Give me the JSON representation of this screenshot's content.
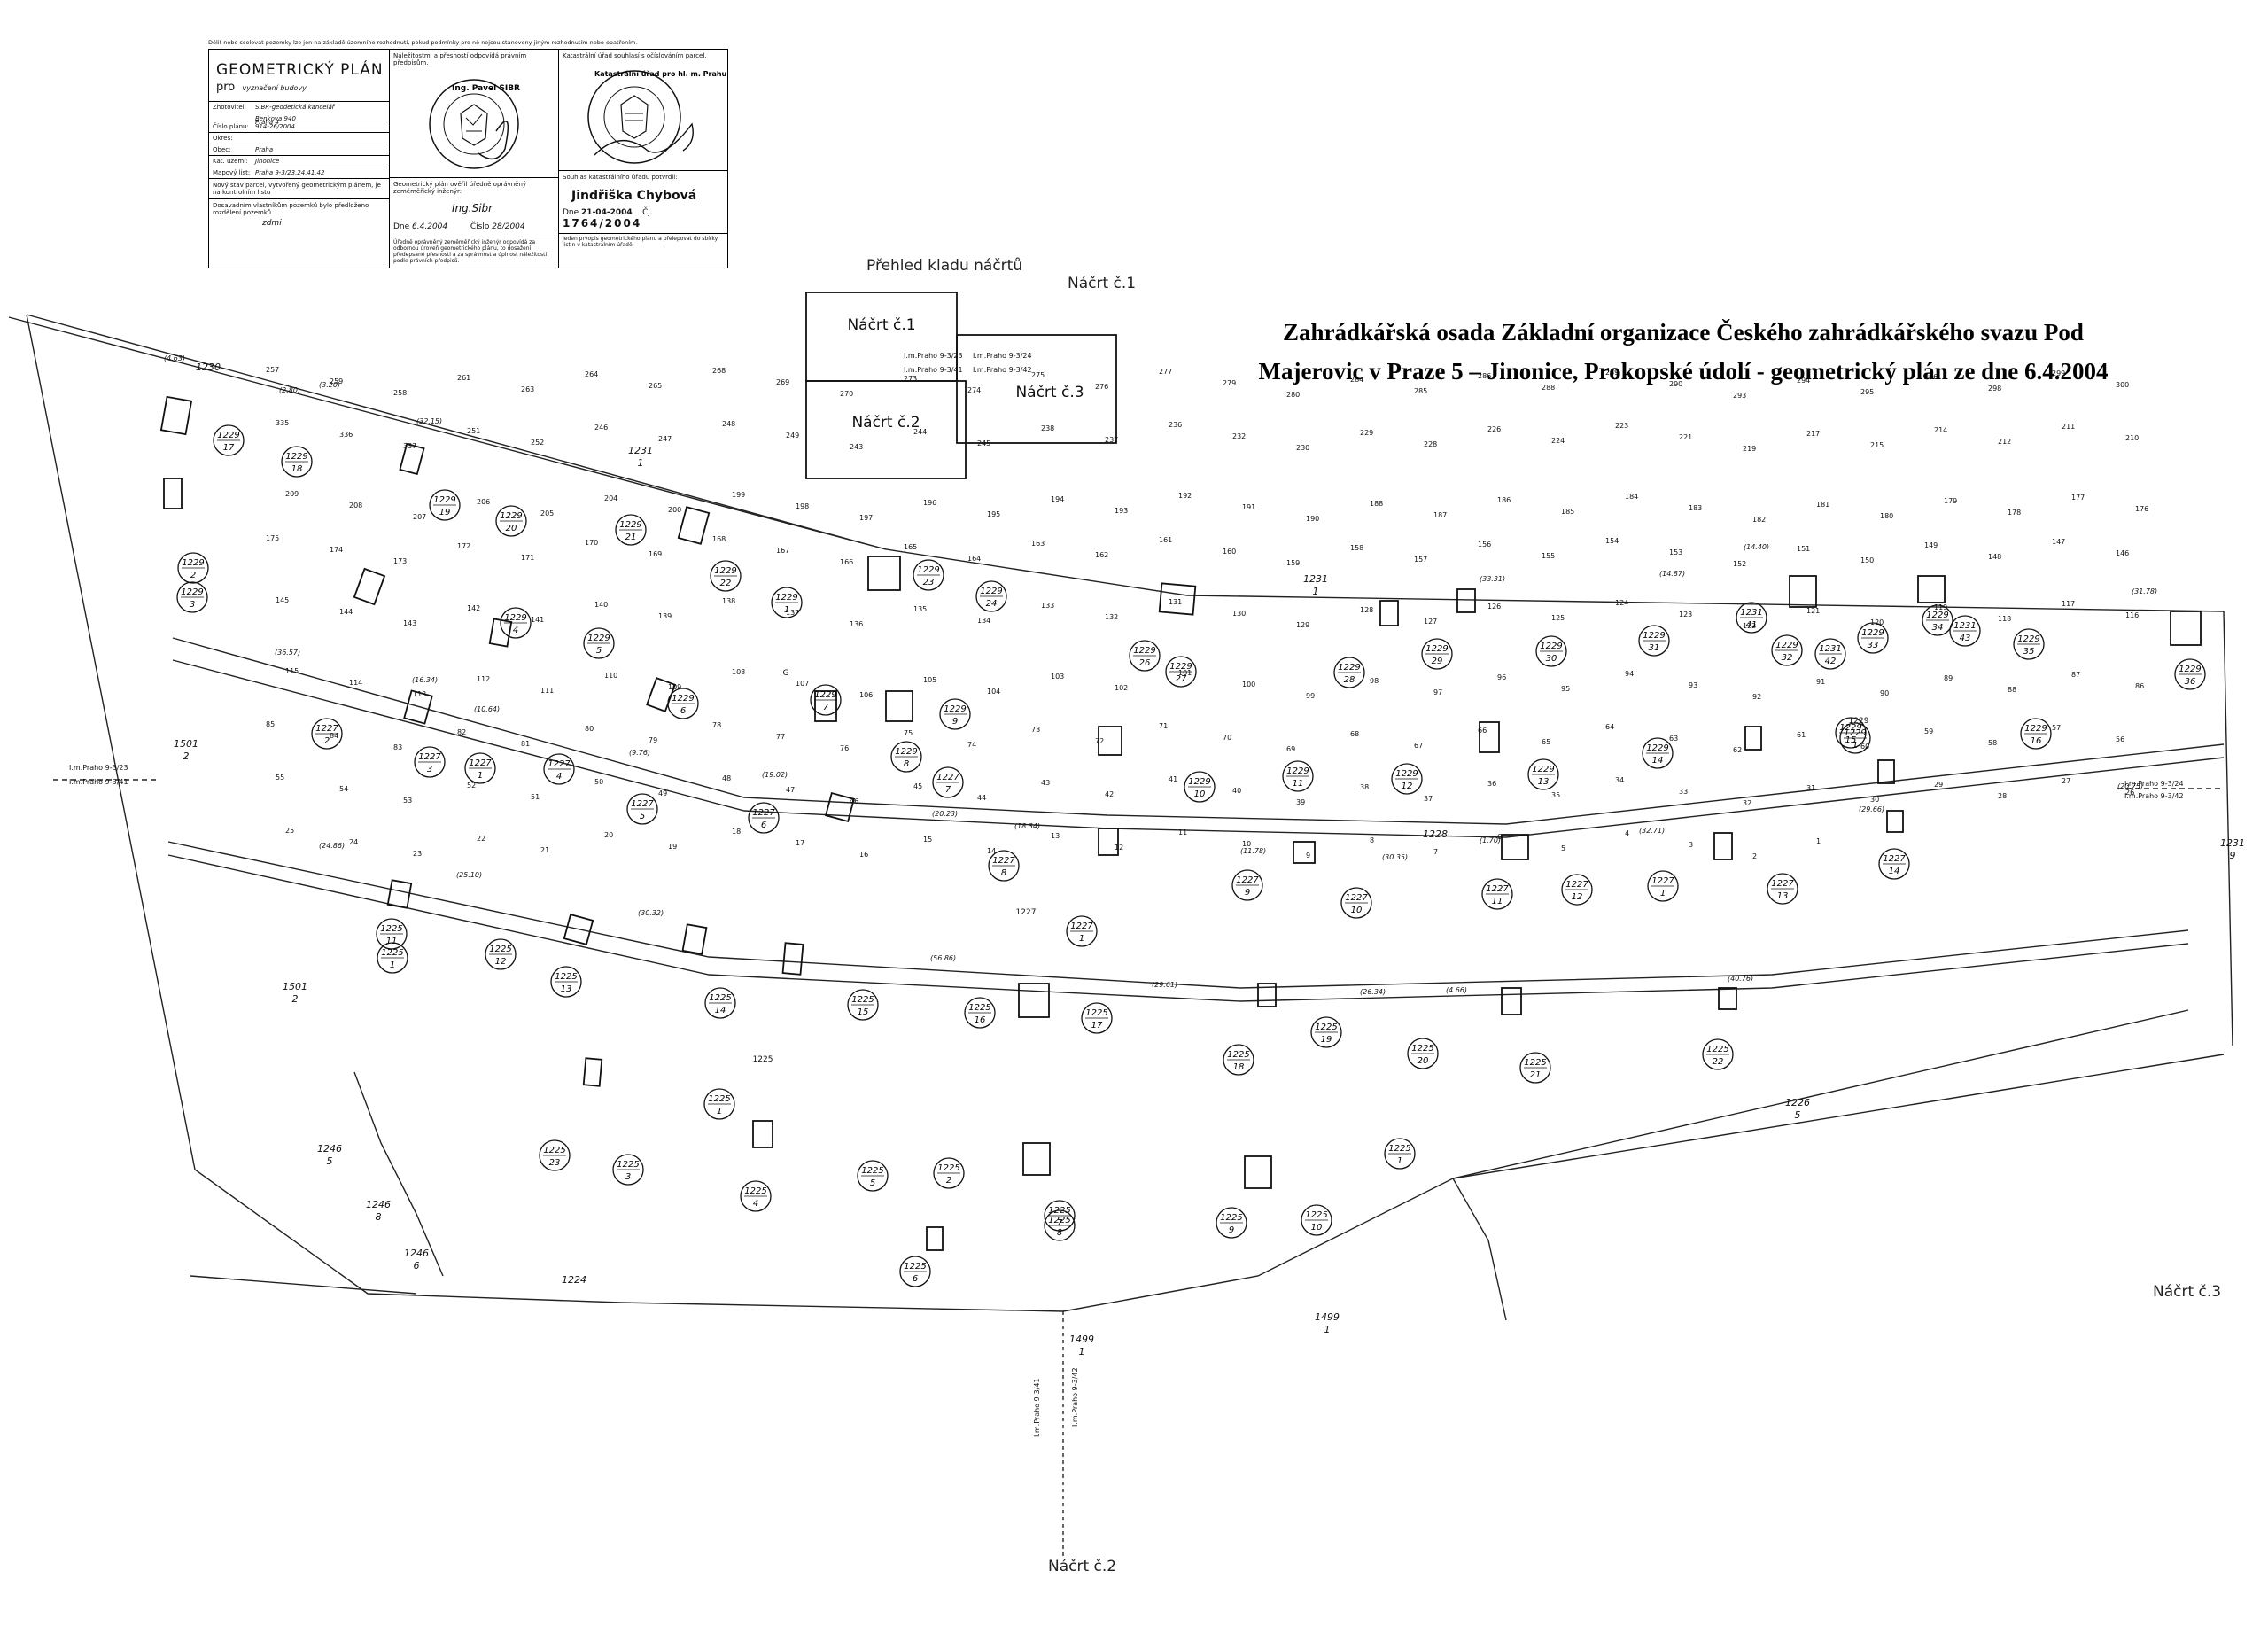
{
  "title": {
    "line1": "Zahrádkářská osada Základní organizace Českého zahrádkářského svazu Pod",
    "line2": "Majerovic v Praze 5 – Jinonice, Prokopské údolí - geometrický plán ze dne 6.4.2004"
  },
  "title_block": {
    "top_note": "Dělit nebo scelovat pozemky lze jen na základě územního rozhodnutí, pokud podmínky pro ně nejsou stanoveny jiným rozhodnutím nebo opatřením.",
    "heading": "GEOMETRICKÝ PLÁN",
    "purpose_prefix": "pro",
    "purpose": "vyznačení budovy",
    "rows": [
      {
        "label": "Zhotovitel:",
        "value": "SIBR-geodetická kancelář"
      },
      {
        "label": "",
        "value": "Benkova 940"
      },
      {
        "label": "",
        "value": "Praha 4"
      },
      {
        "label": "Číslo plánu:",
        "value": "914-26/2004"
      },
      {
        "label": "Okres:",
        "value": ""
      },
      {
        "label": "Obec:",
        "value": "Praha"
      },
      {
        "label": "Kat. území:",
        "value": "Jinonice"
      },
      {
        "label": "Mapový list:",
        "value": "Praha 9-3/23,24,41,42"
      }
    ],
    "note1": "Nový stav parcel, vytvořený geometrickým plánem, je na kontrolním listu",
    "note2": "Dosavadním vlastníkům pozemků bylo předloženo rozdělení pozemků",
    "note_signature": "zdmi",
    "col2_header": "Náležitostmi a přesností odpovídá právním předpisům.",
    "col2_mid": "Geometrický plán ověřil úředně oprávněný zeměměřický inženýr:",
    "col2_name": "Ing.Sibr",
    "col2_date_label": "Dne",
    "col2_date": "6.4.2004",
    "col2_num_label": "Číslo",
    "col2_num": "28/2004",
    "col2_footer": "Úředně oprávněný zeměměřický inženýr odpovídá za odbornou úroveň geometrického plánu, to dosažení předepsané přesnosti a za správnost a úplnost náležitostí podle právních předpisů.",
    "stamp1": "Ing. Pavel SIBR",
    "col3_header": "Katastrální úřad souhlasí s očíslováním parcel.",
    "col3_mid": "Souhlas katastrálního úřadu potvrdil:",
    "col3_name": "Jindřiška Chybová",
    "col3_date_label": "Dne",
    "col3_date": "21-04-2004",
    "col3_num_label": "Čj.",
    "col3_num": "1764/2004",
    "col3_footer": "Jeden prvopis geometrického plánu a přelepovat do sbírky listin v katastrálním úřadě.",
    "stamp2": "Katastrální úřad pro hlavní město Prahu"
  },
  "overview": {
    "title": "Přehled kladu náčrtů",
    "boxes": [
      "Náčrt č.1",
      "Náčrt č.2",
      "Náčrt č.3"
    ],
    "sheets": [
      "I.m.Praho 9-3/23",
      "I.m.Praho 9-3/41",
      "I.m.Praho 9-3/24",
      "I.m.Praho 9-3/42"
    ]
  },
  "sketch_refs": [
    "Náčrt č.1",
    "Náčrt č.3",
    "Náčrt č.2"
  ],
  "map_sheets": [
    "I.m.Praho 9-3/23",
    "I.m.Praho 9-3/41",
    "I.m.Praho 9-3/24",
    "I.m.Praho 9-3/42",
    "I.m.Praho 9-3/41",
    "I.m.Praho 9-3/42"
  ],
  "big_parcels": [
    {
      "num": "1231",
      "sub": "1"
    },
    {
      "num": "1231",
      "sub": "1"
    },
    {
      "num": "1231",
      "sub": "9"
    },
    {
      "num": "1501",
      "sub": "2"
    },
    {
      "num": "1501",
      "sub": "2"
    },
    {
      "num": "1228",
      "sub": ""
    },
    {
      "num": "1226",
      "sub": "5"
    },
    {
      "num": "1246",
      "sub": "5"
    },
    {
      "num": "1246",
      "sub": "8"
    },
    {
      "num": "1246",
      "sub": "6"
    },
    {
      "num": "1224",
      "sub": ""
    },
    {
      "num": "1499",
      "sub": "1"
    },
    {
      "num": "1499",
      "sub": "1"
    },
    {
      "num": "1230",
      "sub": ""
    }
  ],
  "circled": [
    {
      "num": "1229",
      "sub": "17"
    },
    {
      "num": "1229",
      "sub": "18"
    },
    {
      "num": "1229",
      "sub": "19"
    },
    {
      "num": "1229",
      "sub": "20"
    },
    {
      "num": "1229",
      "sub": "2"
    },
    {
      "num": "1229",
      "sub": "21"
    },
    {
      "num": "1229",
      "sub": "22"
    },
    {
      "num": "1229",
      "sub": "3"
    },
    {
      "num": "1229",
      "sub": "4"
    },
    {
      "num": "1229",
      "sub": "1"
    },
    {
      "num": "1229",
      "sub": "23"
    },
    {
      "num": "1229",
      "sub": "24"
    },
    {
      "num": "1229",
      "sub": "5"
    },
    {
      "num": "1229",
      "sub": "6"
    },
    {
      "num": "1229",
      "sub": "26"
    },
    {
      "num": "1229",
      "sub": "27"
    },
    {
      "num": "1229",
      "sub": "28"
    },
    {
      "num": "1229",
      "sub": "29"
    },
    {
      "num": "1229",
      "sub": "30"
    },
    {
      "num": "1229",
      "sub": "31"
    },
    {
      "num": "1231",
      "sub": "41"
    },
    {
      "num": "1229",
      "sub": "32"
    },
    {
      "num": "1231",
      "sub": "42"
    },
    {
      "num": "1229",
      "sub": "33"
    },
    {
      "num": "1229",
      "sub": "34"
    },
    {
      "num": "1231",
      "sub": "43"
    },
    {
      "num": "1229",
      "sub": "35"
    },
    {
      "num": "1229",
      "sub": "36"
    },
    {
      "num": "1229",
      "sub": "7"
    },
    {
      "num": "1229",
      "sub": "8"
    },
    {
      "num": "1229",
      "sub": "9"
    },
    {
      "num": "1229",
      "sub": "10"
    },
    {
      "num": "1229",
      "sub": "11"
    },
    {
      "num": "1229",
      "sub": "12"
    },
    {
      "num": "1229",
      "sub": "13"
    },
    {
      "num": "1229",
      "sub": "14"
    },
    {
      "num": "1229",
      "sub": "15"
    },
    {
      "num": "1229",
      "sub": "16"
    },
    {
      "num": "1229",
      "sub": "1"
    },
    {
      "num": "1227",
      "sub": "2"
    },
    {
      "num": "1227",
      "sub": "3"
    },
    {
      "num": "1227",
      "sub": "1"
    },
    {
      "num": "1227",
      "sub": "4"
    },
    {
      "num": "1227",
      "sub": "5"
    },
    {
      "num": "1227",
      "sub": "6"
    },
    {
      "num": "1227",
      "sub": "7"
    },
    {
      "num": "1227",
      "sub": "8"
    },
    {
      "num": "1227",
      "sub": "9"
    },
    {
      "num": "1227",
      "sub": "10"
    },
    {
      "num": "1227",
      "sub": "11"
    },
    {
      "num": "1227",
      "sub": "12"
    },
    {
      "num": "1227",
      "sub": "1"
    },
    {
      "num": "1227",
      "sub": "13"
    },
    {
      "num": "1227",
      "sub": "14"
    },
    {
      "num": "1227",
      "sub": "1"
    },
    {
      "num": "1225",
      "sub": "11"
    },
    {
      "num": "1225",
      "sub": "12"
    },
    {
      "num": "1225",
      "sub": "1"
    },
    {
      "num": "1225",
      "sub": "13"
    },
    {
      "num": "1225",
      "sub": "14"
    },
    {
      "num": "1225",
      "sub": "15"
    },
    {
      "num": "1225",
      "sub": "16"
    },
    {
      "num": "1225",
      "sub": "17"
    },
    {
      "num": "1225",
      "sub": "18"
    },
    {
      "num": "1225",
      "sub": "19"
    },
    {
      "num": "1225",
      "sub": "20"
    },
    {
      "num": "1225",
      "sub": "21"
    },
    {
      "num": "1225",
      "sub": "22"
    },
    {
      "num": "1225",
      "sub": "23"
    },
    {
      "num": "1225",
      "sub": "2"
    },
    {
      "num": "1225",
      "sub": "3"
    },
    {
      "num": "1225",
      "sub": "1"
    },
    {
      "num": "1225",
      "sub": "4"
    },
    {
      "num": "1225",
      "sub": "5"
    },
    {
      "num": "1225",
      "sub": "7"
    },
    {
      "num": "1225",
      "sub": "8"
    },
    {
      "num": "1225",
      "sub": "6"
    },
    {
      "num": "1225",
      "sub": "9"
    },
    {
      "num": "1225",
      "sub": "10"
    },
    {
      "num": "1225",
      "sub": "1"
    }
  ],
  "points": [
    "257",
    "259",
    "258",
    "261",
    "263",
    "264",
    "265",
    "268",
    "269",
    "270",
    "273",
    "274",
    "275",
    "276",
    "277",
    "279",
    "280",
    "284",
    "285",
    "286",
    "288",
    "289",
    "290",
    "293",
    "294",
    "295",
    "296",
    "298",
    "299",
    "300",
    "335",
    "336",
    "337",
    "251",
    "252",
    "246",
    "247",
    "248",
    "249",
    "243",
    "244",
    "245",
    "238",
    "237",
    "236",
    "232",
    "230",
    "229",
    "228",
    "226",
    "224",
    "223",
    "221",
    "219",
    "217",
    "215",
    "214",
    "212",
    "211",
    "210",
    "209",
    "208",
    "207",
    "206",
    "205",
    "204",
    "200",
    "199",
    "198",
    "197",
    "196",
    "195",
    "194",
    "193",
    "192",
    "191",
    "190",
    "188",
    "187",
    "186",
    "185",
    "184",
    "183",
    "182",
    "181",
    "180",
    "179",
    "178",
    "177",
    "176",
    "175",
    "174",
    "173",
    "172",
    "171",
    "170",
    "169",
    "168",
    "167",
    "166",
    "165",
    "164",
    "163",
    "162",
    "161",
    "160",
    "159",
    "158",
    "157",
    "156",
    "155",
    "154",
    "153",
    "152",
    "151",
    "150",
    "149",
    "148",
    "147",
    "146",
    "145",
    "144",
    "143",
    "142",
    "141",
    "140",
    "139",
    "138",
    "137",
    "136",
    "135",
    "134",
    "133",
    "132",
    "131",
    "130",
    "129",
    "128",
    "127",
    "126",
    "125",
    "124",
    "123",
    "122",
    "121",
    "120",
    "119",
    "118",
    "117",
    "116",
    "115",
    "114",
    "113",
    "112",
    "111",
    "110",
    "109",
    "108",
    "107",
    "106",
    "105",
    "104",
    "103",
    "102",
    "101",
    "100",
    "99",
    "98",
    "97",
    "96",
    "95",
    "94",
    "93",
    "92",
    "91",
    "90",
    "89",
    "88",
    "87",
    "86",
    "85",
    "84",
    "83",
    "82",
    "81",
    "80",
    "79",
    "78",
    "77",
    "76",
    "75",
    "74",
    "73",
    "72",
    "71",
    "70",
    "69",
    "68",
    "67",
    "66",
    "65",
    "64",
    "63",
    "62",
    "61",
    "60",
    "59",
    "58",
    "57",
    "56",
    "55",
    "54",
    "53",
    "52",
    "51",
    "50",
    "49",
    "48",
    "47",
    "46",
    "45",
    "44",
    "43",
    "42",
    "41",
    "40",
    "39",
    "38",
    "37",
    "36",
    "35",
    "34",
    "33",
    "32",
    "31",
    "30",
    "29",
    "28",
    "27",
    "26",
    "25",
    "24",
    "23",
    "22",
    "21",
    "20",
    "19",
    "18",
    "17",
    "16",
    "15",
    "14",
    "13",
    "12",
    "11",
    "10",
    "9",
    "8",
    "7",
    "6",
    "5",
    "4",
    "3",
    "2",
    "1"
  ],
  "distances": [
    "(4.63)",
    "(2.80)",
    "(3.20)",
    "(32.15)",
    "(36.57)",
    "(16.34)",
    "(10.64)",
    "(9.76)",
    "(19.02)",
    "(20.23)",
    "(18.34)",
    "(11.78)",
    "(30.35)",
    "(1.70)",
    "(32.71)",
    "(29.66)",
    "(20.75)",
    "(24.86)",
    "(25.10)",
    "(30.32)",
    "(56.86)",
    "(29.61)",
    "(26.34)",
    "(4.66)",
    "(40.76)",
    "(33.31)",
    "(14.87)",
    "(31.78)",
    "(14.40)"
  ],
  "garden_marks": [
    "G",
    "1229",
    "1227",
    "1225"
  ]
}
